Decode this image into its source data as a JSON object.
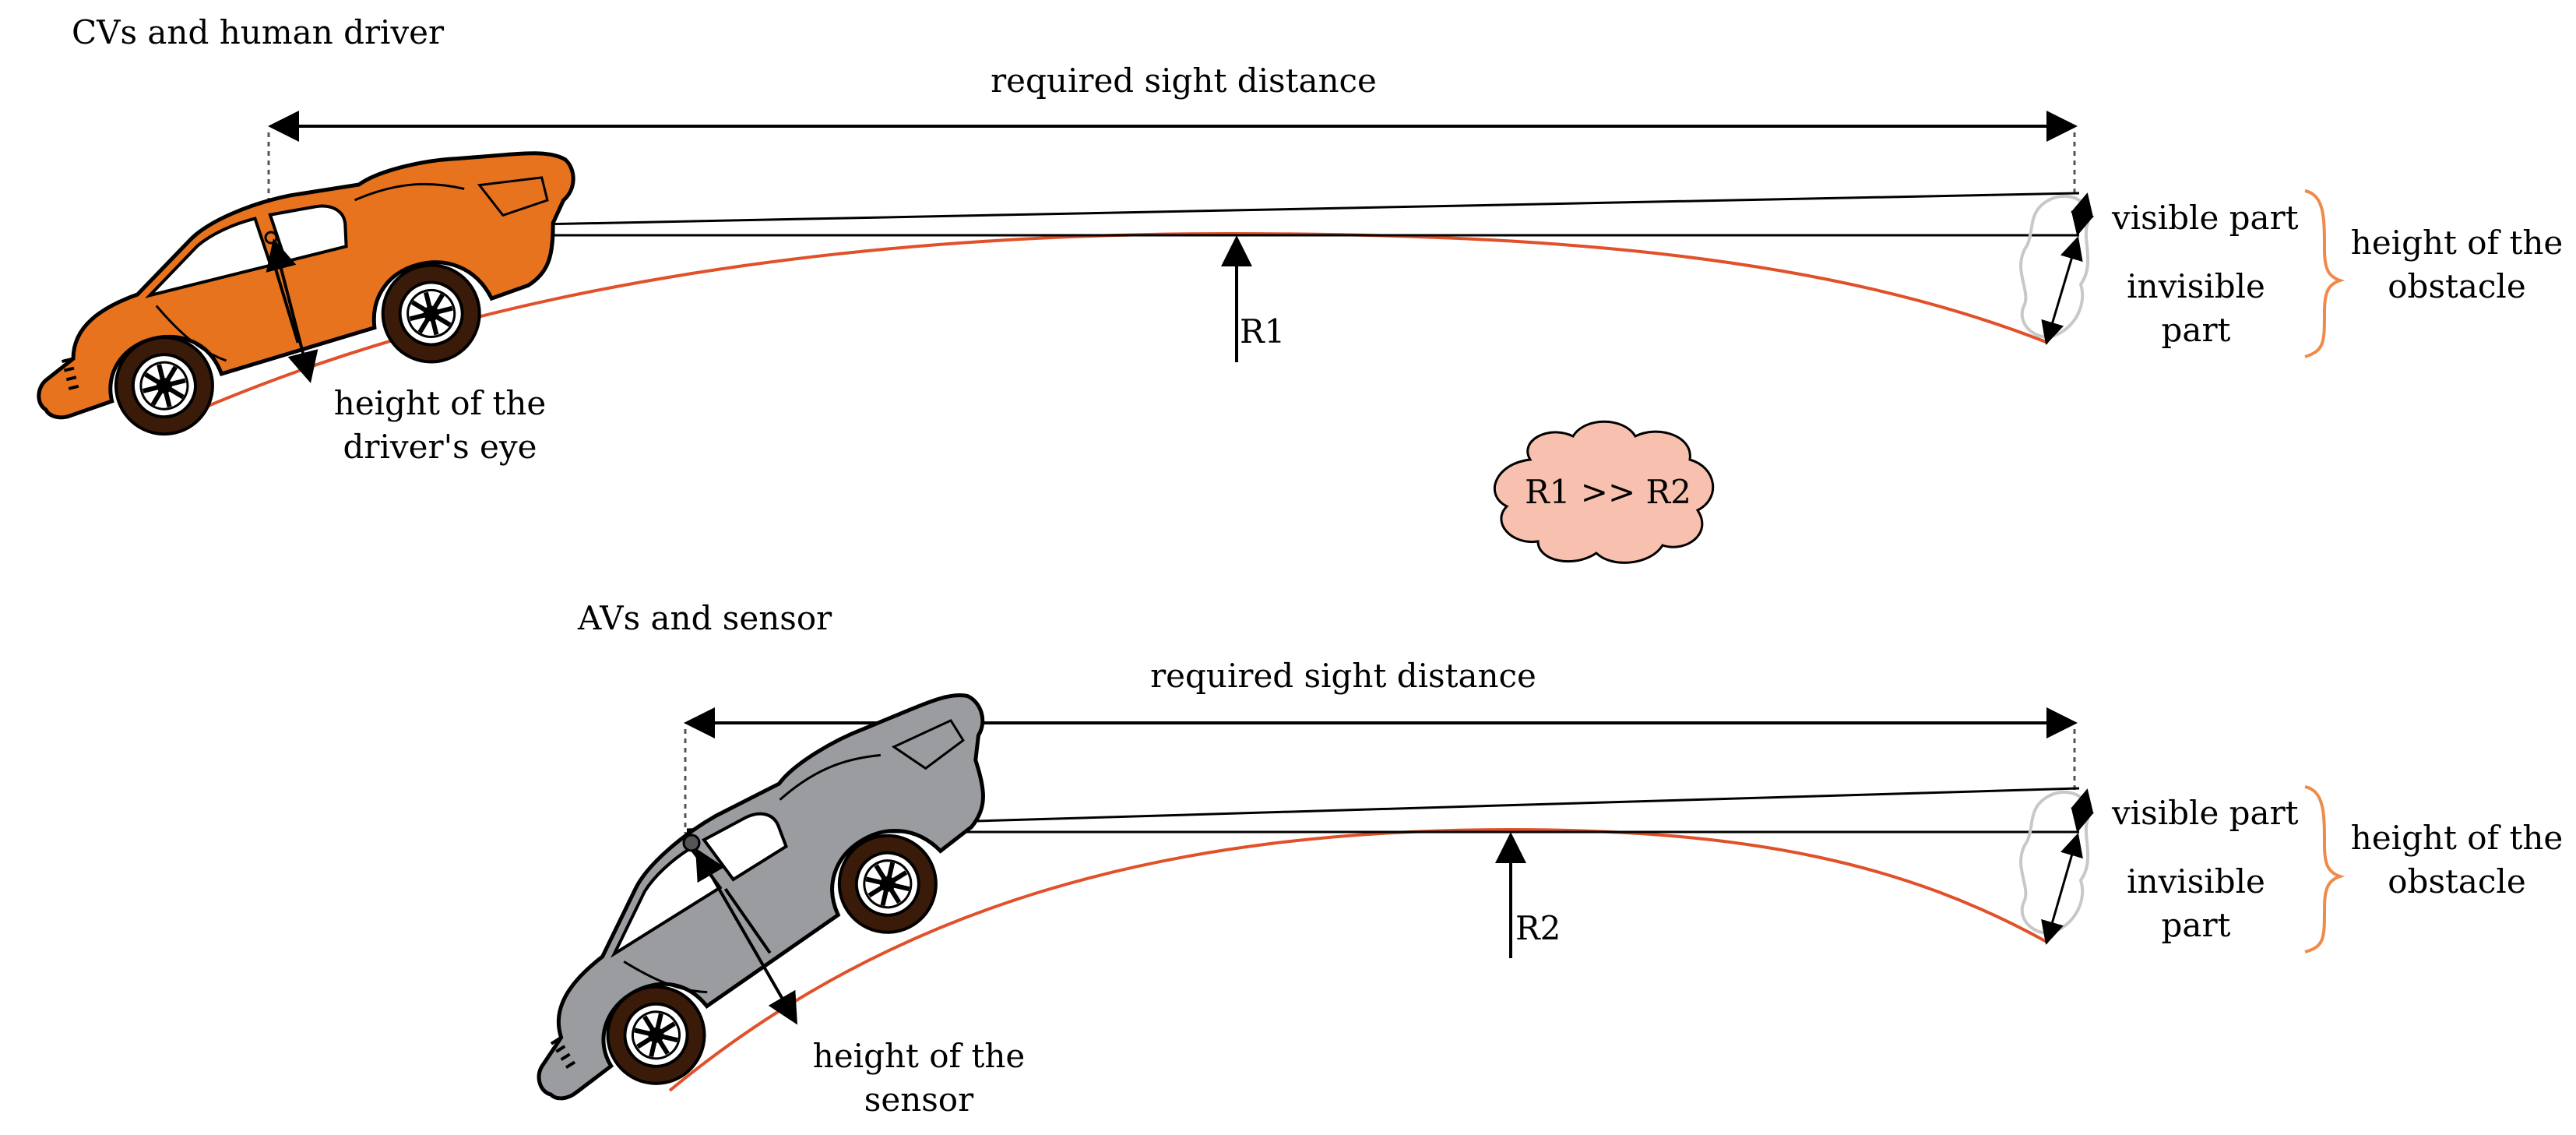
{
  "top": {
    "title": "CVs and human driver",
    "distance_label": "required sight distance",
    "radius_label": "R1",
    "visible_label": "visible part",
    "invisible_label_1": "invisible",
    "invisible_label_2": "part",
    "obstacle_label_1": "height of the",
    "obstacle_label_2": "obstacle",
    "eye_label_1": "height of the",
    "eye_label_2": "driver's eye",
    "car_color": "#E8731E"
  },
  "comparison": {
    "text": "R1 >> R2",
    "fill": "#F8C0AE"
  },
  "bottom": {
    "title": "AVs and sensor",
    "distance_label": "required sight distance",
    "radius_label": "R2",
    "visible_label": "visible part",
    "invisible_label_1": "invisible",
    "invisible_label_2": "part",
    "obstacle_label_1": "height of the",
    "obstacle_label_2": "obstacle",
    "sensor_label_1": "height of the",
    "sensor_label_2": "sensor",
    "car_color": "#9A9CA0"
  },
  "colors": {
    "road": "#E0512A",
    "brace": "#F08A4A",
    "line": "#000000"
  }
}
